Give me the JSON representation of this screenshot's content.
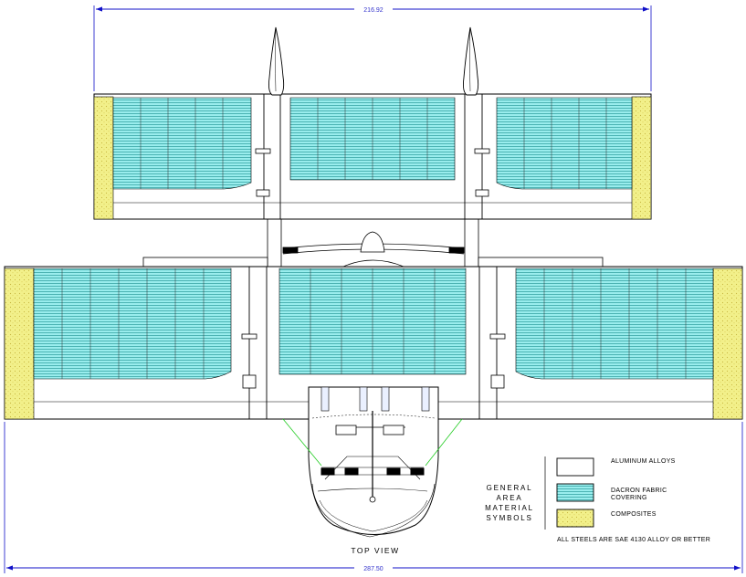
{
  "dimensions": {
    "upper_span": "216.92",
    "lower_span": "287.50"
  },
  "view_label": "TOP VIEW",
  "legend": {
    "heading": [
      "GENERAL",
      "AREA",
      "MATERIAL",
      "SYMBOLS"
    ],
    "items": [
      {
        "swatch": "plain",
        "label_lines": [
          "ALUMINUM ALLOYS"
        ]
      },
      {
        "swatch": "fabric",
        "label_lines": [
          "DACRON FABRIC",
          "COVERING"
        ]
      },
      {
        "swatch": "composite",
        "label_lines": [
          "COMPOSITES"
        ]
      }
    ],
    "note": "ALL STEELS ARE SAE 4130 ALLOY OR BETTER"
  },
  "colors": {
    "fabric_fill": "#99eded",
    "fabric_line": "#2a9a9a",
    "composite_fill": "#f2f08a",
    "outline": "#000000",
    "dimension_line": "#1010c8",
    "cable": "#22cc22"
  }
}
